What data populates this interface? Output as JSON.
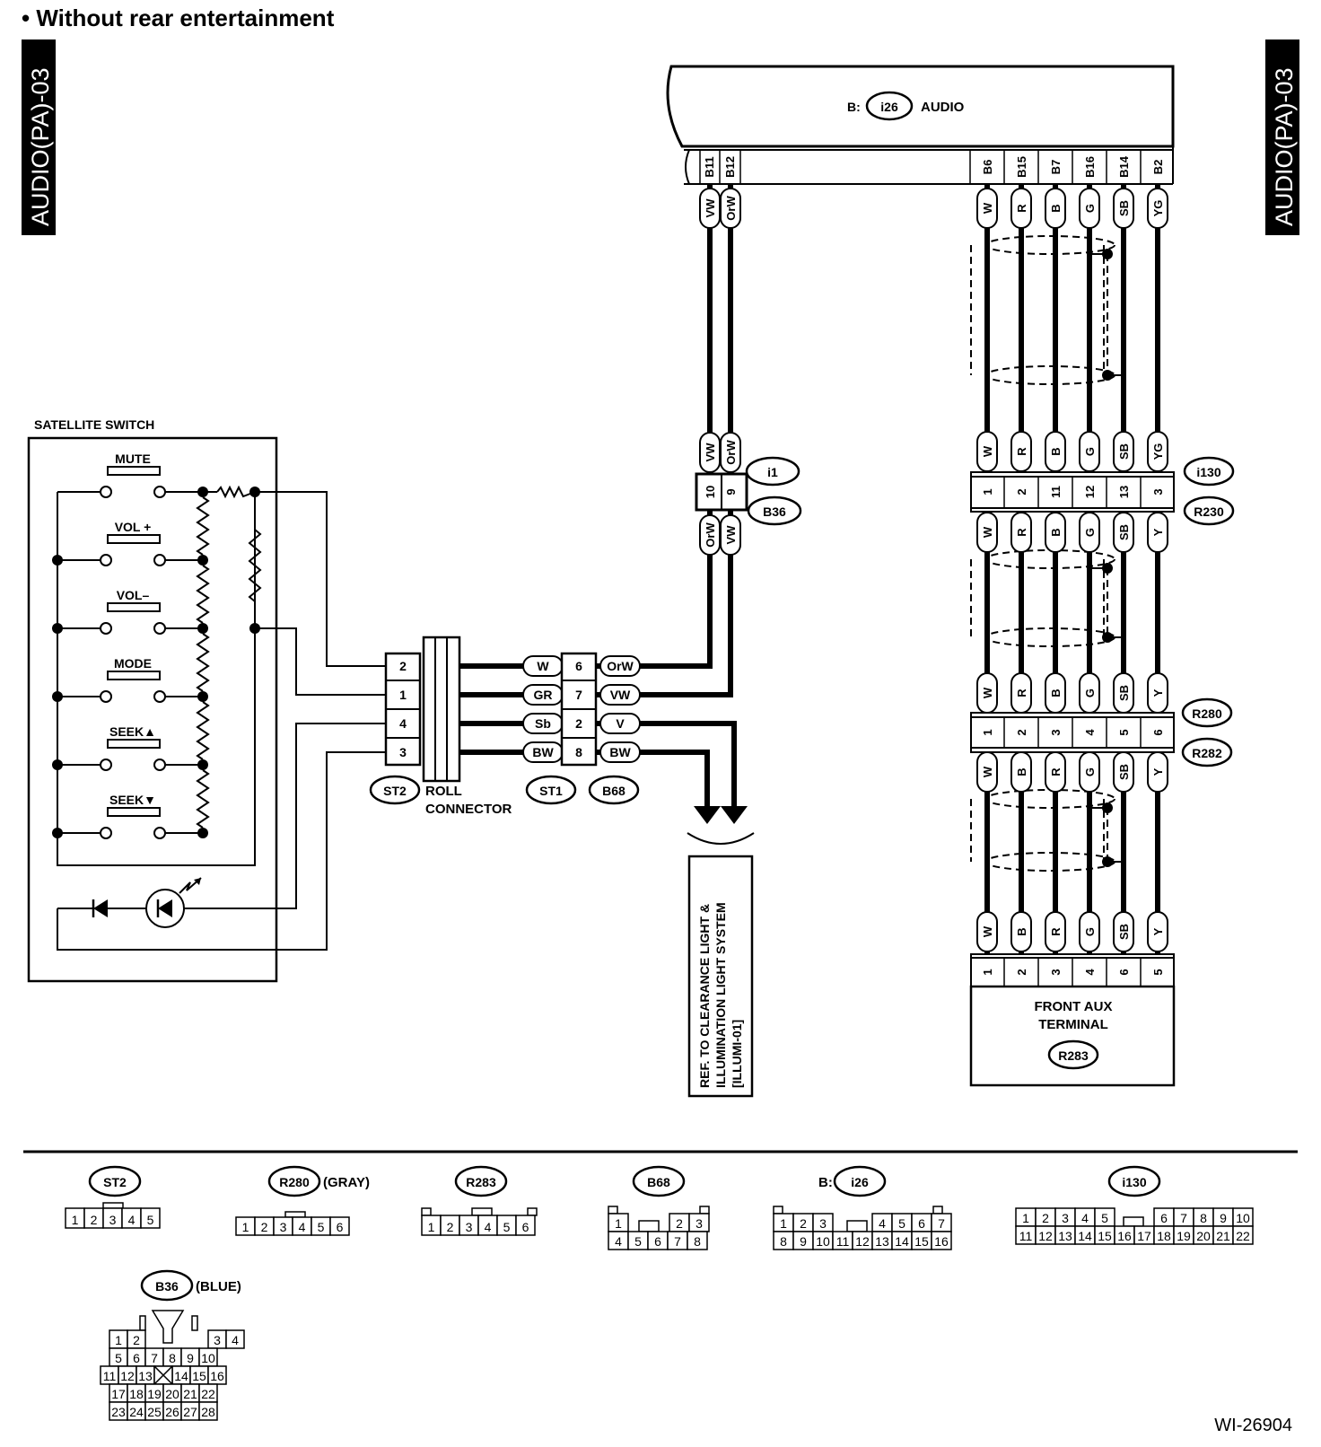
{
  "heading": "•  Without rear entertainment",
  "side_tab_left": "AUDIO(PA)-03",
  "side_tab_right": "AUDIO(PA)-03",
  "figure_id": "WI-26904",
  "audio_unit": {
    "prefix": "B:",
    "connector": "i26",
    "label": "AUDIO",
    "pins_left": [
      "B11",
      "B12"
    ],
    "pins_right": [
      "B6",
      "B15",
      "B7",
      "B16",
      "B14",
      "B2"
    ],
    "wires_left": [
      "VW",
      "OrW"
    ],
    "wires_right": [
      "W",
      "R",
      "B",
      "G",
      "SB",
      "YG"
    ]
  },
  "connector_i1_b36": {
    "labels": [
      "i1",
      "B36"
    ],
    "top_wires": [
      "VW",
      "OrW"
    ],
    "pins": [
      "10",
      "9"
    ],
    "bottom_wires": [
      "OrW",
      "VW"
    ]
  },
  "connector_i130_r230": {
    "labels": [
      "i130",
      "R230"
    ],
    "top_wires": [
      "W",
      "R",
      "B",
      "G",
      "SB",
      "YG"
    ],
    "pins": [
      "1",
      "2",
      "11",
      "12",
      "13",
      "3"
    ],
    "bottom_wires": [
      "W",
      "R",
      "B",
      "G",
      "SB",
      "Y"
    ]
  },
  "connector_r280_r282": {
    "labels": [
      "R280",
      "R282"
    ],
    "top_wires": [
      "W",
      "R",
      "B",
      "G",
      "SB",
      "Y"
    ],
    "pins": [
      "1",
      "2",
      "3",
      "4",
      "5",
      "6"
    ],
    "bottom_wires": [
      "W",
      "B",
      "R",
      "G",
      "SB",
      "Y"
    ]
  },
  "front_aux": {
    "top_wires": [
      "W",
      "B",
      "R",
      "G",
      "SB",
      "Y"
    ],
    "pins": [
      "1",
      "2",
      "3",
      "4",
      "6",
      "5"
    ],
    "title_line1": "FRONT AUX",
    "title_line2": "TERMINAL",
    "connector": "R283"
  },
  "satellite_switch": {
    "title": "SATELLITE SWITCH",
    "buttons": [
      "MUTE",
      "VOL +",
      "VOL–",
      "MODE",
      "SEEK▲",
      "SEEK▼"
    ]
  },
  "roll_connector": {
    "st2_pins": [
      "2",
      "1",
      "4",
      "3"
    ],
    "st2_label": "ST2",
    "label_line1": "ROLL",
    "label_line2": "CONNECTOR",
    "st1_wires": [
      "W",
      "GR",
      "Sb",
      "BW"
    ],
    "st1_label": "ST1",
    "b68_pins": [
      "6",
      "7",
      "2",
      "8"
    ],
    "b68_wires": [
      "OrW",
      "VW",
      "V",
      "BW"
    ],
    "b68_label": "B68"
  },
  "reference_box": {
    "line1": "REF. TO CLEARANCE LIGHT &",
    "line2": "ILLUMINATION LIGHT SYSTEM",
    "line3": "[ILLUMI-01]"
  },
  "legend": {
    "st2": {
      "name": "ST2",
      "pins": [
        "1",
        "2",
        "3",
        "4",
        "5"
      ]
    },
    "r280": {
      "name": "R280",
      "note": "(GRAY)",
      "pins": [
        "1",
        "2",
        "3",
        "4",
        "5",
        "6"
      ]
    },
    "r283": {
      "name": "R283",
      "pins": [
        "1",
        "2",
        "3",
        "4",
        "5",
        "6"
      ]
    },
    "b68": {
      "name": "B68",
      "row1": [
        "1",
        "",
        "2",
        "3"
      ],
      "row2": [
        "4",
        "5",
        "6",
        "7",
        "8"
      ]
    },
    "i26": {
      "prefix": "B:",
      "name": "i26",
      "row1": [
        "1",
        "2",
        "3",
        "",
        "4",
        "5",
        "6",
        "7"
      ],
      "row2": [
        "8",
        "9",
        "10",
        "11",
        "12",
        "13",
        "14",
        "15",
        "16"
      ]
    },
    "i130": {
      "name": "i130",
      "row1": [
        "1",
        "2",
        "3",
        "4",
        "5",
        "",
        "6",
        "7",
        "8",
        "9",
        "10"
      ],
      "row2": [
        "11",
        "12",
        "13",
        "14",
        "15",
        "16",
        "17",
        "18",
        "19",
        "20",
        "21",
        "22"
      ]
    },
    "b36": {
      "name": "B36",
      "note": "(BLUE)",
      "rows": [
        [
          "1",
          "2",
          "",
          "3",
          "4"
        ],
        [
          "5",
          "6",
          "7",
          "8",
          "9",
          "10"
        ],
        [
          "11",
          "12",
          "13",
          "",
          "14",
          "15",
          "16"
        ],
        [
          "17",
          "18",
          "19",
          "20",
          "21",
          "22"
        ],
        [
          "23",
          "24",
          "25",
          "26",
          "27",
          "28"
        ]
      ]
    }
  }
}
